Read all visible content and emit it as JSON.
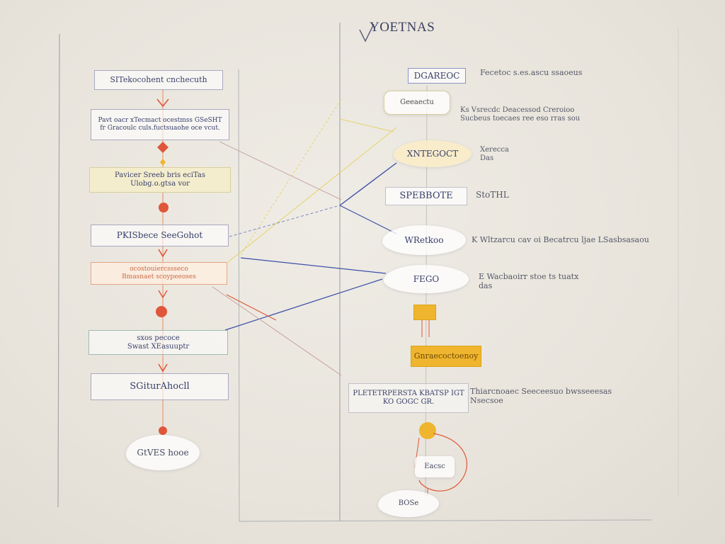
{
  "title": "YOETNAS",
  "colors": {
    "accent_red": "#e0563a",
    "accent_orange": "#e88a5e",
    "accent_gold": "#efb52e",
    "link_blue": "#3d4fa8",
    "link_yellow": "#e6d26a",
    "frame_line": "#a6a6aa"
  },
  "left_column": {
    "nodes": [
      {
        "id": "l1",
        "text": "SITekocohent cnchecuth"
      },
      {
        "id": "l2",
        "text": "Pavt oacr xTecmact ocestmss GSeSHT\nfr Gracoulc culs.fuctsuaohe oce vcut."
      },
      {
        "id": "l3",
        "text": "Pavicer Sreeb bris eciTas\nUlobg.o.gtsa vor"
      },
      {
        "id": "l4",
        "text": "PKISbece SeeGohot"
      },
      {
        "id": "l5",
        "text": "ocostouiercssseco\nBmasnaet scoypeeoses"
      },
      {
        "id": "l6",
        "text": "sxos pecoce\nSwast XEasuuptr"
      },
      {
        "id": "l7",
        "text": "SGiturAhocll"
      },
      {
        "id": "l8",
        "text": "GtVES hooe"
      }
    ]
  },
  "right_column": {
    "nodes": [
      {
        "id": "r1",
        "text": "DGAREOC"
      },
      {
        "id": "r2",
        "text": "Geeaectu"
      },
      {
        "id": "r3",
        "text": "XNTEGOCT"
      },
      {
        "id": "r4",
        "text": "SPEBBOTE"
      },
      {
        "id": "r5",
        "text": "WRetkoo"
      },
      {
        "id": "r6",
        "text": "FEGO"
      },
      {
        "id": "r7",
        "text": ""
      },
      {
        "id": "r8",
        "text": "Gnraecoctoenoy"
      },
      {
        "id": "r9",
        "text": "PLETETRPERSTA KBATSP IGT\nKO    GOGC    GR."
      },
      {
        "id": "r10",
        "text": ""
      },
      {
        "id": "r11",
        "text": "Eacsc"
      },
      {
        "id": "r12",
        "text": "BOSe"
      }
    ]
  },
  "side_notes": [
    {
      "id": "n1",
      "text": "Fecetoc s.es.ascu ssaoeus"
    },
    {
      "id": "n2",
      "text": "Ks Vsrecdc Deacessod Creroioo\nSucbeus toecaes ree eso rras sou"
    },
    {
      "id": "n3",
      "text": "Xerecca\nDas"
    },
    {
      "id": "n4",
      "text": "StoTHL"
    },
    {
      "id": "n5",
      "text": "K Wltzarcu cav oi Becatrcu ljae LSasbsasaou"
    },
    {
      "id": "n6",
      "text": "E Wacbaoirr stoe ts tuatx\ndas"
    },
    {
      "id": "n7",
      "text": "Thiarcnoaec Seeceesuo bwsseeesas\nNsecsoe"
    }
  ]
}
